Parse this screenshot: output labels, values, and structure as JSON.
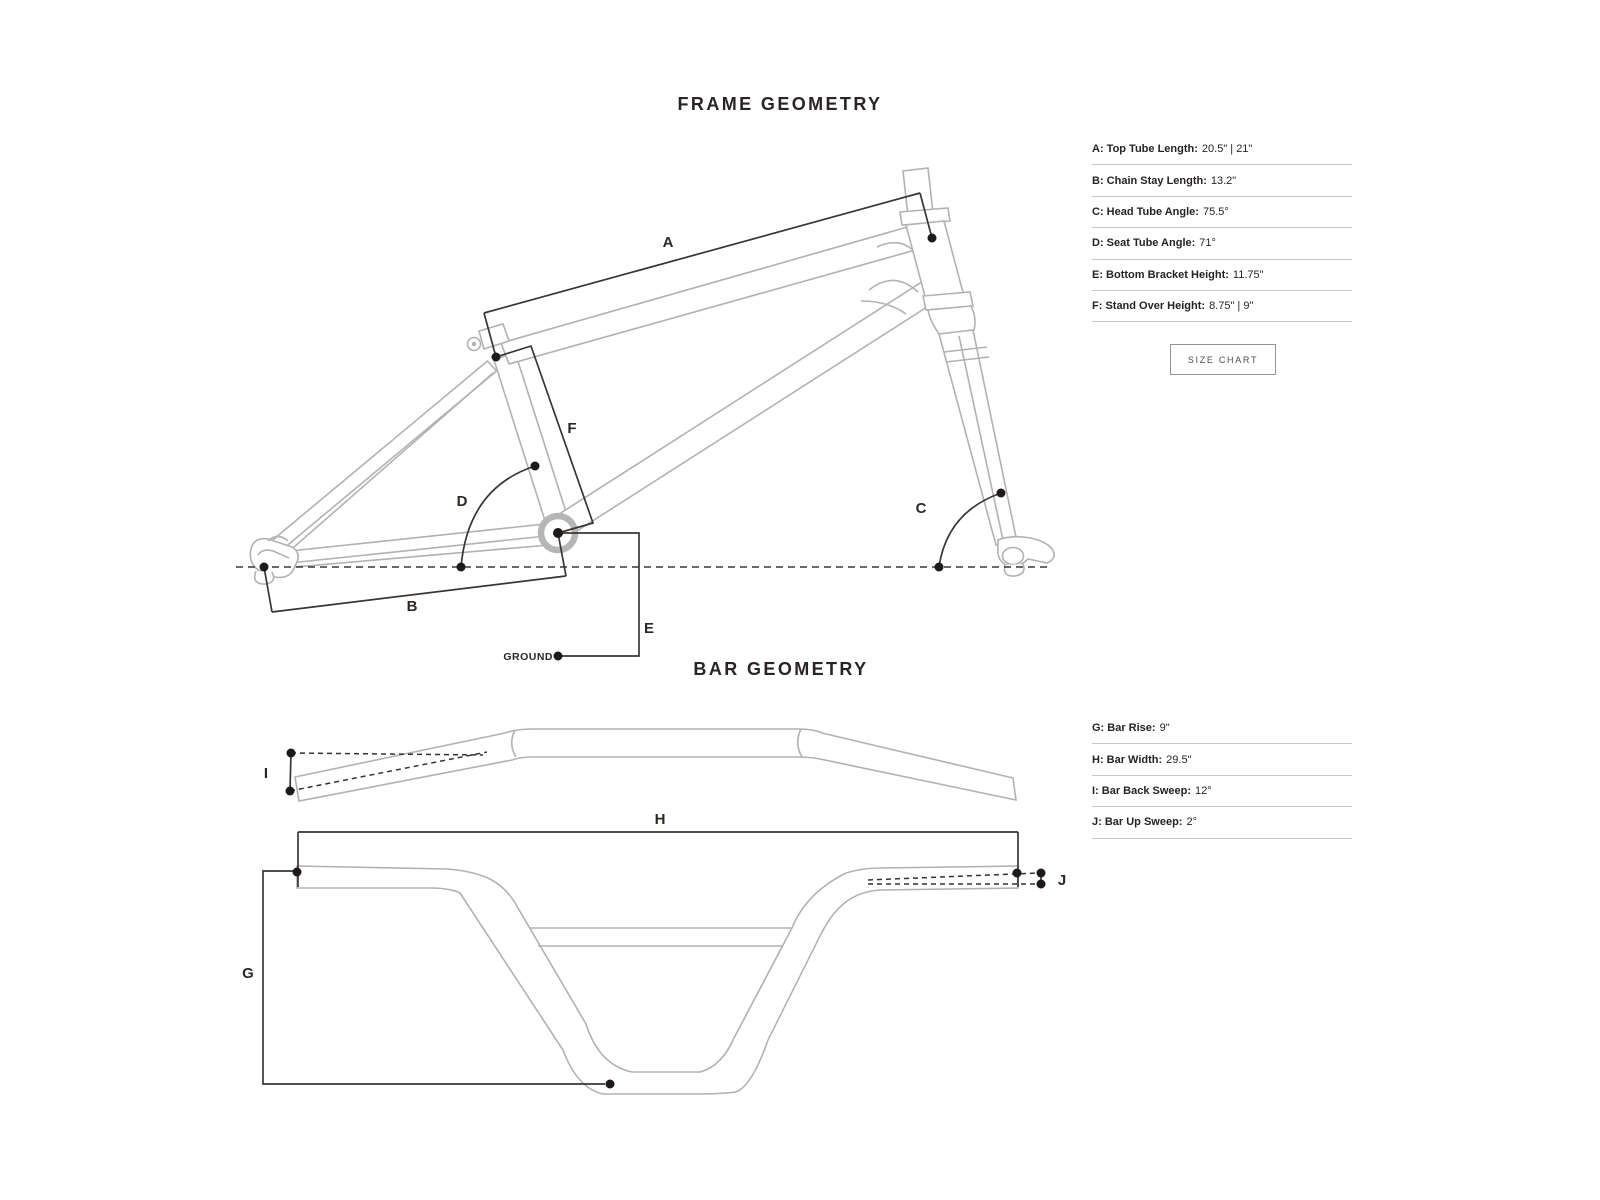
{
  "frame_section": {
    "title": "FRAME GEOMETRY",
    "specs": [
      {
        "label": "A: Top Tube Length:",
        "value": "20.5\" | 21\""
      },
      {
        "label": "B: Chain Stay Length:",
        "value": "13.2\""
      },
      {
        "label": "C: Head Tube Angle:",
        "value": "75.5°"
      },
      {
        "label": "D: Seat Tube Angle:",
        "value": "71°"
      },
      {
        "label": "E: Bottom Bracket Height:",
        "value": "11.75\""
      },
      {
        "label": "F: Stand Over Height:",
        "value": "8.75\" | 9\""
      }
    ],
    "size_chart_label": "SIZE CHART",
    "labels": {
      "a": "A",
      "b": "B",
      "c": "C",
      "d": "D",
      "e": "E",
      "f": "F",
      "ground": "GROUND"
    }
  },
  "bar_section": {
    "title": "BAR GEOMETRY",
    "specs": [
      {
        "label": "G: Bar Rise:",
        "value": "9\""
      },
      {
        "label": "H: Bar Width:",
        "value": "29.5\""
      },
      {
        "label": "I: Bar Back Sweep:",
        "value": "12°"
      },
      {
        "label": "J: Bar Up Sweep:",
        "value": "2°"
      }
    ],
    "labels": {
      "g": "G",
      "h": "H",
      "i": "I",
      "j": "J"
    }
  },
  "colors": {
    "drawing_gray": "#b3b1b1",
    "annotation_dark": "#3a3633",
    "dot_black": "#1d1a19",
    "text_dark": "#282323",
    "separator_gray": "#c9c8c6",
    "button_border": "#96928f"
  }
}
